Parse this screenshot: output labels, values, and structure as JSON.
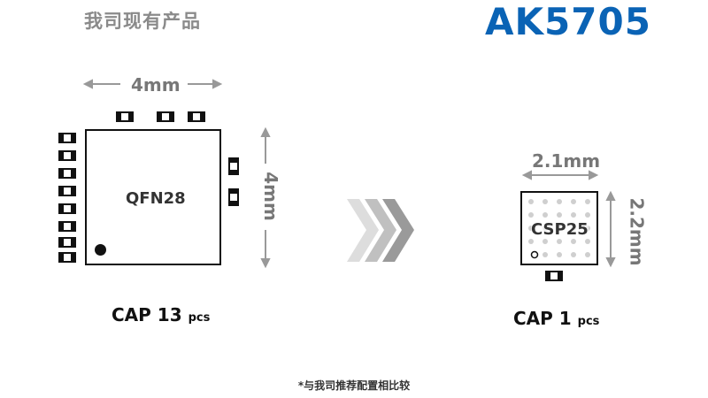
{
  "left_title": "我司现有产品",
  "model": "AK5705",
  "left_package": {
    "name": "QFN28",
    "width": "4mm",
    "height": "4mm",
    "cap_label": "CAP 13",
    "cap_unit": "pcs"
  },
  "right_package": {
    "name": "CSP25",
    "width": "2.1mm",
    "height": "2.2mm",
    "cap_label": "CAP 1",
    "cap_unit": "pcs"
  },
  "footnote": "*与我司推荐配置相比较",
  "colors": {
    "model_blue": "#0a63b5",
    "title_gray": "#8a8a8a",
    "dimension_gray": "#777777",
    "dot_gray": "#cfcfcf"
  }
}
